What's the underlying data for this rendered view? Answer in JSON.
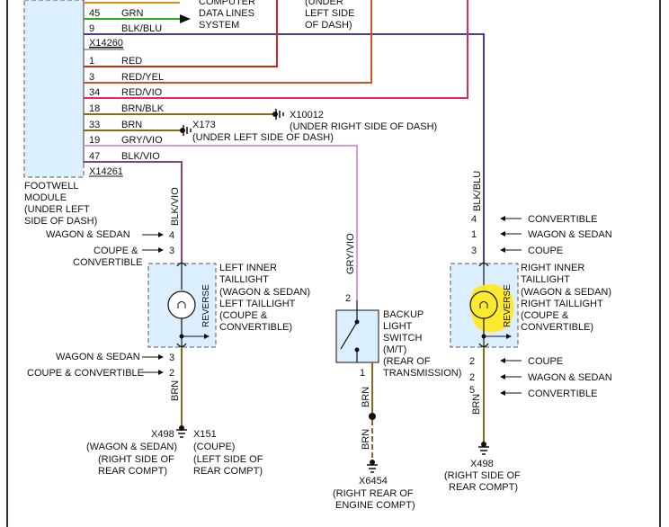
{
  "colors": {
    "border": "#333333",
    "box_fill": "#dcefff",
    "box_dash": "#555555",
    "wire_green": "#1fb31f",
    "wire_orange": "#d98b1e",
    "wire_blue": "#3f3fa8",
    "wire_red": "#e01f1f",
    "wire_redyel": "#d4521f",
    "wire_redvio": "#e02a5a",
    "wire_brn": "#8a6a1a",
    "wire_grayvio": "#d49bd4",
    "wire_blkvio": "#8a3f8a",
    "highlight": "#ffe81a"
  },
  "module": {
    "connector_top": "X14260",
    "connector_bottom": "X14261",
    "name_lines": [
      "FOOTWELL",
      "MODULE",
      "(UNDER LEFT",
      "SIDE OF DASH)"
    ],
    "pins": [
      {
        "num": "45",
        "wire": "GRN"
      },
      {
        "num": "9",
        "wire": "BLK/BLU"
      },
      {
        "num": "1",
        "wire": "RED"
      },
      {
        "num": "3",
        "wire": "RED/YEL"
      },
      {
        "num": "34",
        "wire": "RED/VIO"
      },
      {
        "num": "18",
        "wire": "BRN/BLK"
      },
      {
        "num": "33",
        "wire": "BRN"
      },
      {
        "num": "19",
        "wire": "GRY/VIO"
      },
      {
        "num": "47",
        "wire": "BLK/VIO"
      }
    ]
  },
  "top": {
    "cdl_lines": [
      "COMPUTER",
      "DATA LINES",
      "SYSTEM"
    ],
    "left_side_lines": [
      "(UNDER",
      "LEFT SIDE",
      "OF DASH)"
    ]
  },
  "grounds": {
    "x10012": {
      "id": "X10012",
      "desc": "(UNDER RIGHT SIDE OF DASH)"
    },
    "x173": {
      "id": "X173",
      "desc": "(UNDER LEFT SIDE OF DASH)"
    }
  },
  "left_lamp": {
    "wire_top": "BLK/VIO",
    "pins_top": [
      {
        "label": "WAGON & SEDAN",
        "pin": "4"
      },
      {
        "label": "COUPE &",
        "label2": "CONVERTIBLE",
        "pin": "3"
      }
    ],
    "reverse": "REVERSE",
    "name_lines": [
      "LEFT INNER",
      "TAILLIGHT",
      "(WAGON & SEDAN)",
      "LEFT TAILLIGHT",
      "(COUPE &",
      "CONVERTIBLE)"
    ],
    "pins_bottom": [
      {
        "label": "WAGON & SEDAN",
        "pin": "3"
      },
      {
        "label": "COUPE & CONVERTIBLE",
        "pin": "2"
      }
    ],
    "wire_bottom": "BRN",
    "ground_a": {
      "id": "X498",
      "lines": [
        "(WAGON & SEDAN)",
        "(RIGHT SIDE OF",
        "REAR COMPT)"
      ]
    },
    "ground_b": {
      "id": "X151",
      "lines": [
        "(COUPE)",
        "(LEFT SIDE OF",
        "REAR COMPT)"
      ]
    }
  },
  "switch": {
    "wire_top": "GRY/VIO",
    "pin_top": "2",
    "pin_bottom": "1",
    "name_lines": [
      "BACKUP",
      "LIGHT",
      "SWITCH",
      "(M/T)",
      "(REAR OF",
      "TRANSMISSION)"
    ],
    "wire_a": "BRN",
    "wire_b": "BRN",
    "ground": {
      "id": "X6454",
      "lines": [
        "(RIGHT REAR OF",
        "ENGINE COMPT)"
      ]
    }
  },
  "right_lamp": {
    "wire_top": "BLK/BLU",
    "pins_top": [
      {
        "pin": "4",
        "label": "CONVERTIBLE"
      },
      {
        "pin": "1",
        "label": "WAGON & SEDAN"
      },
      {
        "pin": "3",
        "label": "COUPE"
      }
    ],
    "reverse": "REVERSE",
    "name_lines": [
      "RIGHT INNER",
      "TAILLIGHT",
      "(WAGON & SEDAN)",
      "RIGHT TAILLIGHT",
      "(COUPE &",
      "CONVERTIBLE)"
    ],
    "pins_bottom": [
      {
        "pin": "2",
        "label": "COUPE"
      },
      {
        "pin": "2",
        "label": "WAGON & SEDAN"
      },
      {
        "pin": "5",
        "label": "CONVERTIBLE"
      }
    ],
    "wire_bottom": "BRN",
    "ground": {
      "id": "X498",
      "lines": [
        "(RIGHT SIDE OF",
        "REAR COMPT)"
      ]
    }
  }
}
